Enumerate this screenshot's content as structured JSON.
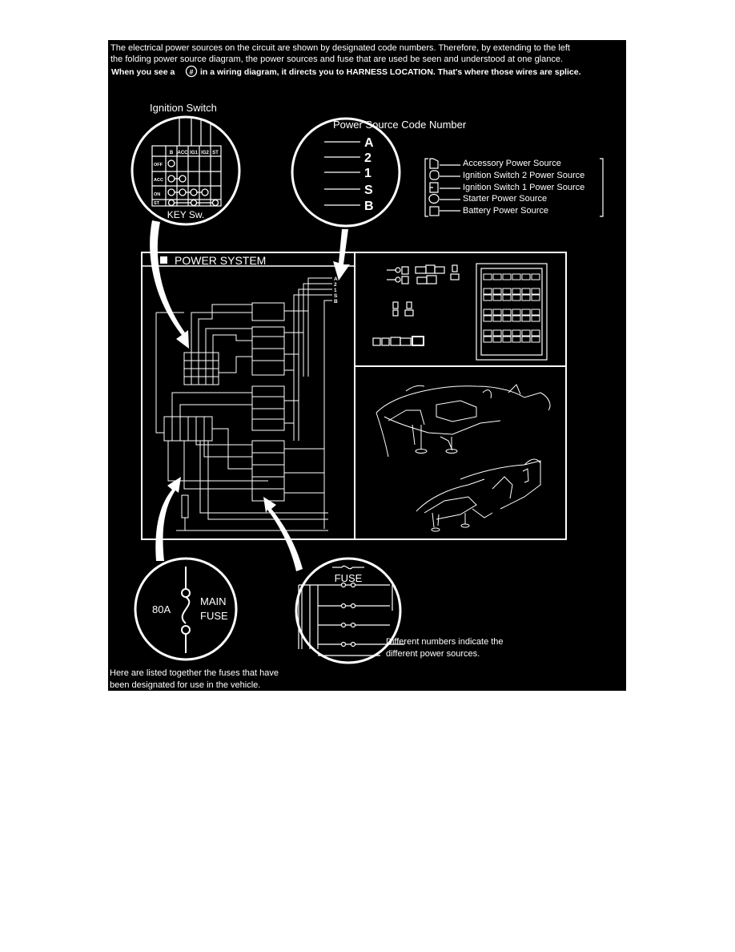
{
  "intro": {
    "line1": "The electrical power sources on the circuit are shown by designated code numbers. Therefore, by extending to the left",
    "line2": "the folding power source diagram, the power sources and fuse that are used be seen and understood at one glance.",
    "line3_pre": "When you see a",
    "line3_symbol": "#",
    "line3_post": "in a wiring diagram, it directs you to HARNESS LOCATION. That's where those wires are splice."
  },
  "ignition": {
    "title": "Ignition Switch",
    "columns": [
      "B",
      "ACC",
      "IG1",
      "IG2",
      "ST"
    ],
    "rows": [
      "OFF",
      "ACC",
      "ON",
      "ST"
    ],
    "caption": "KEY Sw."
  },
  "power_code": {
    "title": "Power Source Code Number",
    "codes": [
      "A",
      "2",
      "1",
      "S",
      "B"
    ]
  },
  "legend": [
    "Accessory Power Source",
    "Ignition Switch 2 Power Source",
    "Ignition Switch 1 Power Source",
    "Starter Power Source",
    "Battery Power Source"
  ],
  "power_system": {
    "title": "POWER SYSTEM",
    "bus_labels": [
      "A",
      "2",
      "1",
      "S",
      "B"
    ]
  },
  "main_fuse": {
    "rating": "80A",
    "label_line1": "MAIN",
    "label_line2": "FUSE"
  },
  "fuse_callout": {
    "label": "FUSE",
    "note_line1": "Different numbers indicate the",
    "note_line2": "different power sources."
  },
  "footer": {
    "line1": "Here are listed together the fuses that have",
    "line2": "been designated for use in the vehicle."
  }
}
